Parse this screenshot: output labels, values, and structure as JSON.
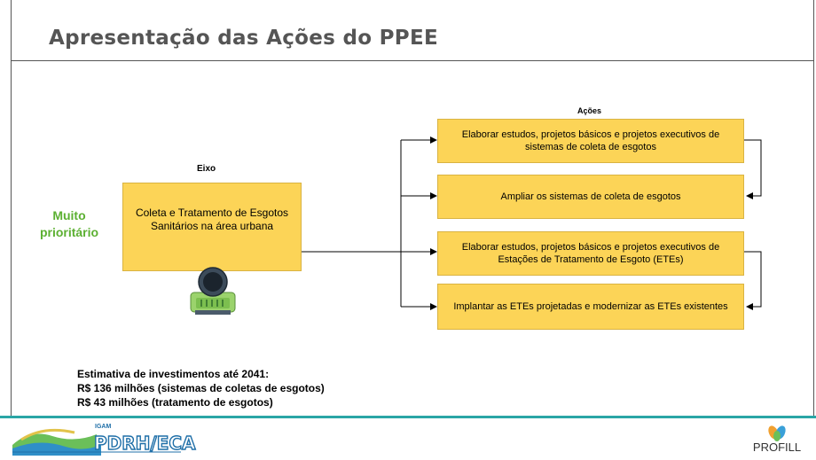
{
  "slide": {
    "title": "Apresentação das Ações do PPEE",
    "priority_label": "Muito prioritário",
    "eixo_label": "Eixo",
    "eixo_box": "Coleta e Tratamento de Esgotos Sanitários na área urbana",
    "acoes_label": "Ações",
    "acoes": [
      "Elaborar estudos, projetos básicos e projetos executivos de sistemas de coleta de esgotos",
      "Ampliar os sistemas de coleta de esgotos",
      "Elaborar estudos, projetos básicos e projetos executivos de Estações de Tratamento de Esgoto (ETEs)",
      "Implantar as ETEs projetadas e modernizar as ETEs existentes"
    ],
    "investment": {
      "line1": "Estimativa de investimentos até 2041:",
      "line2": "R$ 136 milhões (sistemas de coletas de esgotos)",
      "line3": "R$ 43 milhões (tratamento de esgotos)"
    }
  },
  "footer": {
    "left_logo_small": "IGAM",
    "left_logo_main": "PDRH/ECA",
    "right_logo": "PROFILL"
  },
  "colors": {
    "box_fill": "#fcd457",
    "priority_text": "#5cb032",
    "footer_rule": "#2aa6a6",
    "title_text": "#555555"
  },
  "icons": {
    "eixo": "sewer-pipe-icon",
    "left_logo": "pdrh-eca-logo",
    "right_logo": "profill-logo"
  }
}
